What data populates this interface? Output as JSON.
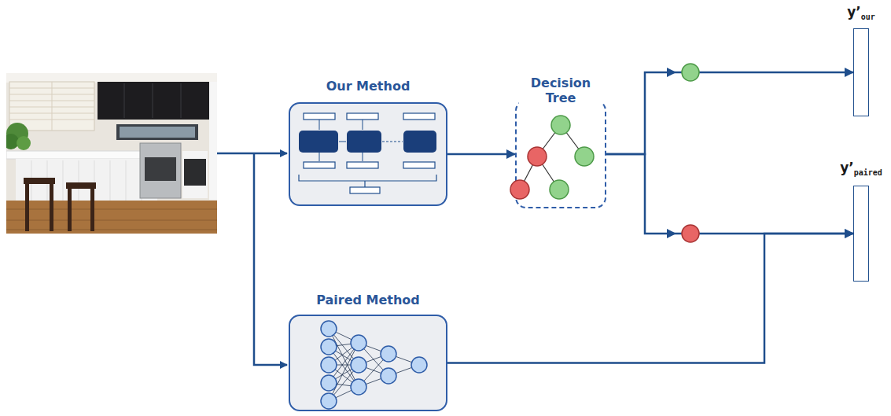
{
  "diagram": {
    "nodes": [
      {
        "text": [
          "Our Method"
        ]
      },
      {
        "text": [
          "Decision Tree"
        ]
      },
      {
        "text": [
          "y’",
          "our"
        ]
      },
      {
        "text": [
          "y’",
          "paired"
        ]
      },
      {
        "text": [
          "Paired Method"
        ]
      }
    ],
    "edges": [
      {
        "from": 0,
        "to": 1,
        "arrow": "to"
      },
      {
        "from": 1,
        "to": 2,
        "arrow": "to"
      },
      {
        "from": 1,
        "to": 3,
        "arrow": "to"
      },
      {
        "from": 4,
        "to": 3,
        "arrow": "to"
      }
    ]
  }
}
